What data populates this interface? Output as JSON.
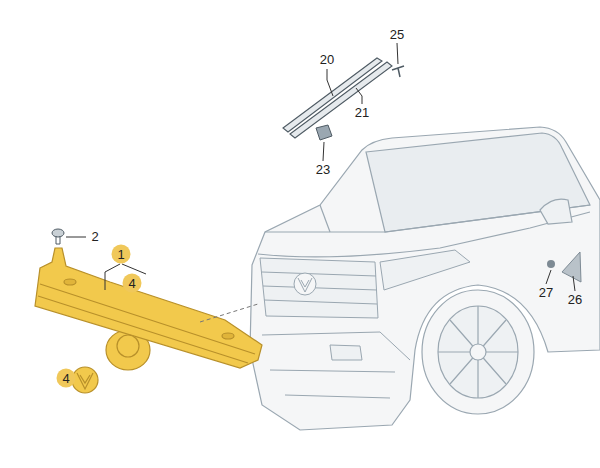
{
  "diagram": {
    "labels": [
      "25",
      "20",
      "21",
      "23",
      "2",
      "1",
      "4",
      "27",
      "26",
      "4"
    ]
  }
}
